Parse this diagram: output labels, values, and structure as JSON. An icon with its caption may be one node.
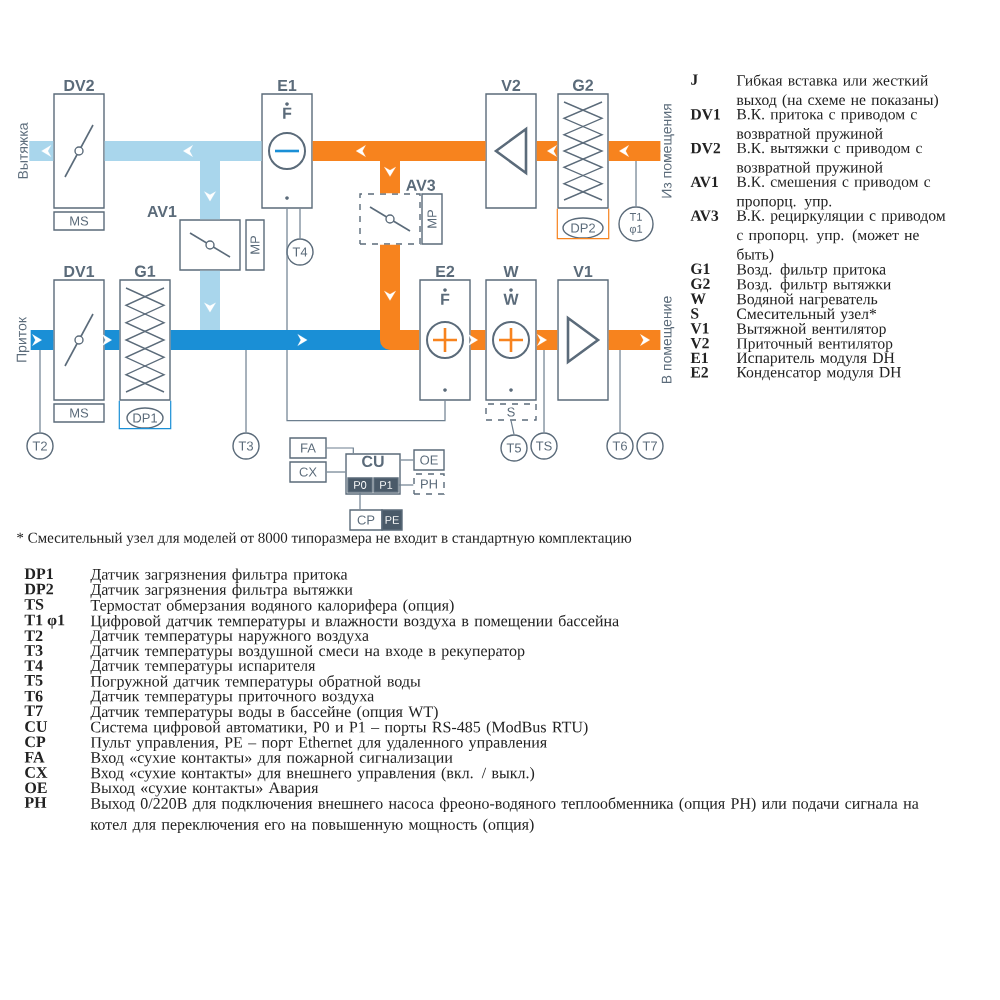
{
  "diagram": {
    "nodes": [
      {
        "text": [
          "DV2"
        ]
      },
      {
        "text": [
          "E1",
          "F"
        ]
      },
      {
        "text": [
          "V2"
        ]
      },
      {
        "text": [
          "G2"
        ]
      },
      {
        "text": [
          "MS"
        ]
      },
      {
        "text": [
          "AV3"
        ]
      },
      {
        "text": [
          "MP"
        ]
      },
      {
        "text": [
          "DP2"
        ]
      },
      {
        "text": [
          "T1 φ1"
        ]
      },
      {
        "text": [
          "AV1"
        ]
      },
      {
        "text": [
          "MP"
        ]
      },
      {
        "text": [
          "T4"
        ]
      },
      {
        "text": [
          "DV1"
        ]
      },
      {
        "text": [
          "G1"
        ]
      },
      {
        "text": [
          "E2",
          "F"
        ]
      },
      {
        "text": [
          "W",
          "W"
        ]
      },
      {
        "text": [
          "V1"
        ]
      },
      {
        "text": [
          "MS"
        ]
      },
      {
        "text": [
          "DP1"
        ]
      },
      {
        "text": [
          "S"
        ]
      },
      {
        "text": [
          "T2"
        ]
      },
      {
        "text": [
          "T3"
        ]
      },
      {
        "text": [
          "T5"
        ]
      },
      {
        "text": [
          "TS"
        ]
      },
      {
        "text": [
          "T6"
        ]
      },
      {
        "text": [
          "T7"
        ]
      },
      {
        "text": [
          "FA"
        ]
      },
      {
        "text": [
          "CX"
        ]
      },
      {
        "text": [
          "CU"
        ]
      },
      {
        "text": [
          "P0"
        ],
        "in": 28
      },
      {
        "text": [
          "P1"
        ],
        "in": 28
      },
      {
        "text": [
          "OE"
        ]
      },
      {
        "text": [
          "PH"
        ]
      },
      {
        "text": [
          "CP"
        ]
      },
      {
        "text": [
          "PE"
        ]
      },
      {
        "text": [
          "Вытяжка"
        ]
      },
      {
        "text": [
          "Приток"
        ]
      },
      {
        "text": [
          "Из помещения"
        ]
      },
      {
        "text": [
          "В помещение"
        ]
      }
    ],
    "edges": [
      {
        "from": 36,
        "to": 12,
        "arrow": "to",
        "style": "thick",
        "color": "#1a8fd6"
      },
      {
        "from": 12,
        "to": 13,
        "arrow": "to",
        "style": "thick",
        "color": "#1a8fd6"
      },
      {
        "from": 9,
        "to": 14,
        "arrow": "to",
        "style": "thick",
        "color": "#a9d6ec"
      },
      {
        "from": 13,
        "to": 14,
        "arrow": "to",
        "style": "thick",
        "color": "#1a8fd6"
      },
      {
        "from": 14,
        "to": 15,
        "arrow": "to",
        "style": "thick",
        "color": "#f7831e"
      },
      {
        "from": 15,
        "to": 16,
        "arrow": "to",
        "style": "thick",
        "color": "#f7831e"
      },
      {
        "from": 16,
        "to": 38,
        "arrow": "to",
        "style": "thick",
        "color": "#f7831e"
      },
      {
        "from": 37,
        "to": 3,
        "arrow": "to",
        "style": "thick",
        "color": "#f7831e"
      },
      {
        "from": 3,
        "to": 2,
        "arrow": "to",
        "style": "thick",
        "color": "#f7831e"
      },
      {
        "from": 2,
        "to": 5,
        "arrow": "to",
        "style": "thick",
        "color": "#f7831e"
      },
      {
        "from": 2,
        "to": 1,
        "arrow": "to",
        "style": "thick",
        "color": "#f7831e"
      },
      {
        "from": 5,
        "to": 14,
        "arrow": "to",
        "style": "thick",
        "color": "#f7831e"
      },
      {
        "from": 1,
        "to": 9,
        "arrow": "to",
        "style": "thick",
        "color": "#a9d6ec"
      },
      {
        "from": 1,
        "to": 0,
        "arrow": "to",
        "style": "thick",
        "color": "#a9d6ec"
      },
      {
        "from": 0,
        "to": 35,
        "arrow": "to",
        "style": "thick",
        "color": "#a9d6ec"
      },
      {
        "from": 20,
        "to": 12,
        "arrow": "none"
      },
      {
        "from": 21,
        "to": null,
        "arrow": "none"
      },
      {
        "from": 11,
        "to": 1,
        "arrow": "none"
      },
      {
        "from": 1,
        "to": 14,
        "arrow": "none"
      },
      {
        "from": 18,
        "to": 13,
        "arrow": "none",
        "color": "#1a8fd6"
      },
      {
        "from": 7,
        "to": 3,
        "arrow": "none",
        "color": "#f7831e"
      },
      {
        "from": 8,
        "to": 37,
        "arrow": "none"
      },
      {
        "from": 22,
        "to": 19,
        "arrow": "none"
      },
      {
        "from": 23,
        "to": 15,
        "arrow": "none"
      },
      {
        "from": 24,
        "to": 16,
        "arrow": "none"
      },
      {
        "from": 26,
        "to": 28,
        "arrow": "none"
      },
      {
        "from": 27,
        "to": 28,
        "arrow": "none"
      },
      {
        "from": 28,
        "to": 31,
        "arrow": "none"
      },
      {
        "from": 30,
        "to": 32,
        "arrow": "none"
      },
      {
        "from": 29,
        "to": 33,
        "arrow": "none"
      }
    ],
    "labels": [
      "J",
      "Гибкая вставка или жесткий выход (на схеме не показаны)",
      "DV1",
      "В.К. притока с приводом с возвратной пружиной",
      "DV2",
      "В.К. вытяжки с приводом с возвратной пружиной",
      "AV1",
      "В.К. смешения с приводом с пропорц. упр.",
      "AV3",
      "В.К. рециркуляции с приводом с пропорц. упр. (может не быть)",
      "G1",
      "Возд. фильтр притока",
      "G2",
      "Возд. фильтр вытяжки",
      "W",
      "Водяной нагреватель",
      "S",
      "Смесительный узел*",
      "V1",
      "Вытяжной вентилятор",
      "V2",
      "Приточный вентилятор",
      "E1",
      "Испаритель модуля DH",
      "E2",
      "Конденсатор модуля DH",
      "* Смесительный узел для моделей от 8000 типоразмера не входит в стандартную комплектацию",
      "DP1",
      "Датчик загрязнения фильтра притока",
      "DP2",
      "Датчик загрязнения фильтра вытяжки",
      "TS",
      "Термостат обмерзания водяного калорифера (опция)",
      "T1 φ1",
      "Цифровой датчик температуры и влажности воздуха в помещении бассейна",
      "T2",
      "Датчик температуры наружного воздуха",
      "T3",
      "Датчик температуры воздушной смеси на входе в рекуператор",
      "T4",
      "Датчик температуры испарителя",
      "T5",
      "Погружной датчик температуры обратной воды",
      "T6",
      "Датчик температуры приточного воздуха",
      "T7",
      "Датчик температуры воды в бассейне (опция WT)",
      "CU",
      "Система цифровой автоматики, P0 и P1 – порты RS-485 (ModBus RTU)",
      "CP",
      "Пульт управления, PE – порт Ethernet для удаленного управления",
      "FA",
      "Вход «сухие контакты» для пожарной сигнализации",
      "CX",
      "Вход «сухие контакты» для внешнего управления (вкл. / выкл.)",
      "OE",
      "Выход «сухие контакты» Авария",
      "PH",
      "Выход 0/220В для подключения внешнего насоса фреоно-водяного теплообменника (опция PH) или подачи сигнала на котел для переключения его на повышенную мощность (опция)"
    ]
  }
}
